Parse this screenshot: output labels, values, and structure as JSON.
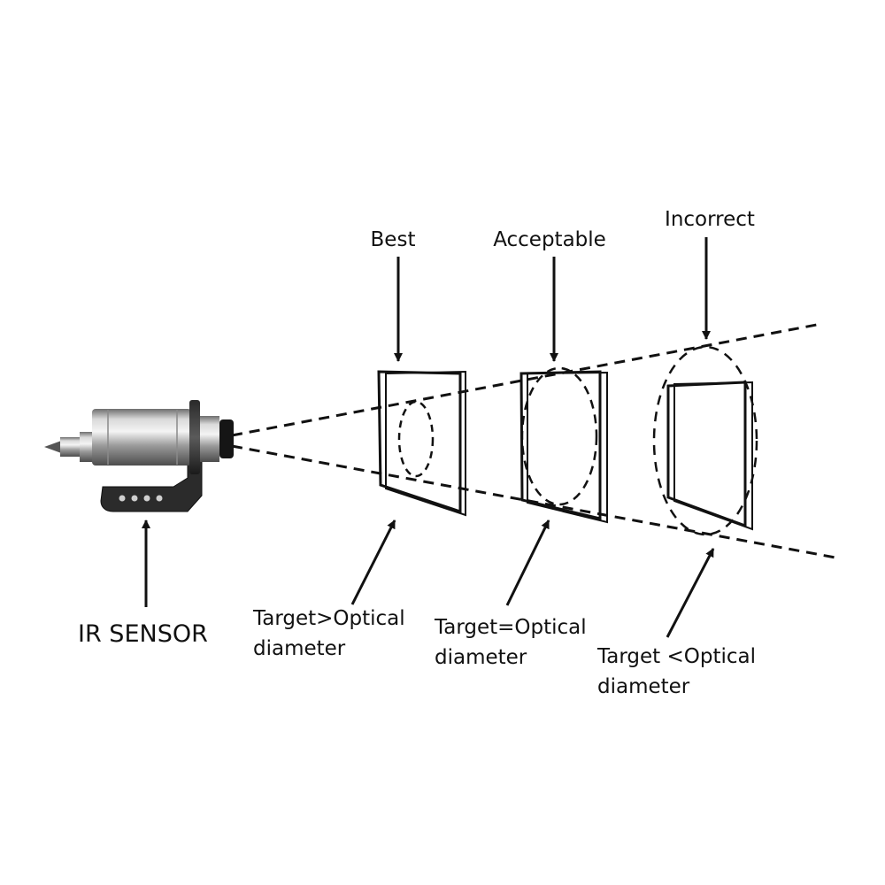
{
  "sensor_label": "IR SENSOR",
  "targets": [
    {
      "top_label": "Best",
      "bottom_line1": "Target>Optical",
      "bottom_line2": "diameter"
    },
    {
      "top_label": "Acceptable",
      "bottom_line1": "Target=Optical",
      "bottom_line2": "diameter"
    },
    {
      "top_label": "Incorrect",
      "bottom_line1": "Target <Optical",
      "bottom_line2": "diameter"
    }
  ],
  "colors": {
    "ink": "#111111",
    "metal": "#b8b8b8",
    "background": "#ffffff"
  }
}
